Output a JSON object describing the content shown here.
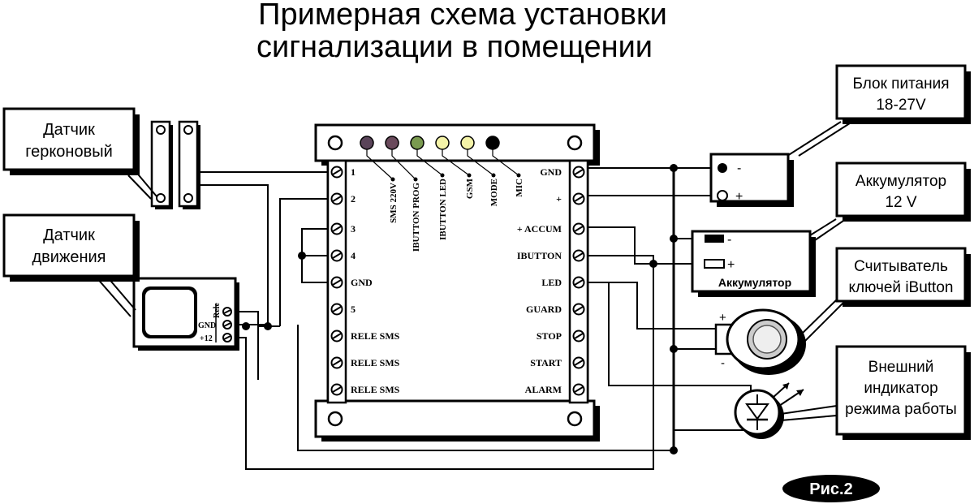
{
  "title": {
    "line1": "Примерная схема установки",
    "line2": "сигнализации в помещении"
  },
  "callouts": {
    "reed_sensor": [
      "Датчик",
      "герконовый"
    ],
    "motion_sensor": [
      "Датчик",
      "движения"
    ],
    "power_supply": [
      "Блок питания",
      "18-27V"
    ],
    "battery": [
      "Аккумулятор",
      "12 V"
    ],
    "ibutton_reader": [
      "Считыватель",
      "ключей iButton"
    ],
    "indicator": [
      "Внешний",
      "индикатор",
      "режима работы"
    ]
  },
  "board": {
    "led_colors": [
      "#5a4459",
      "#6a4a5c",
      "#7a9a50",
      "#f4f3a8",
      "#f4f3a8",
      "#000000"
    ],
    "led_labels": [
      "SMS 220V",
      "IBUTTON PROG",
      "IBUTTON LED",
      "GSM",
      "MODE",
      "MIC"
    ],
    "left_terminals": [
      "1",
      "2",
      "3",
      "4",
      "GND",
      "5",
      "RELE SMS",
      "RELE SMS",
      "RELE SMS"
    ],
    "right_terminals": [
      "GND",
      "+",
      "+ ACCUM",
      "IBUTTON",
      "LED",
      "GUARD",
      "STOP",
      "START",
      "ALARM"
    ]
  },
  "motion_sensor_pins": [
    "Rele",
    "GND",
    "+12"
  ],
  "power_supply_pins": [
    "-",
    "+"
  ],
  "battery_box": {
    "pins": [
      "-",
      "+"
    ],
    "label": "Аккумулятор"
  },
  "reader_pins": [
    "+",
    "-"
  ],
  "figure_label": "Рис.2"
}
